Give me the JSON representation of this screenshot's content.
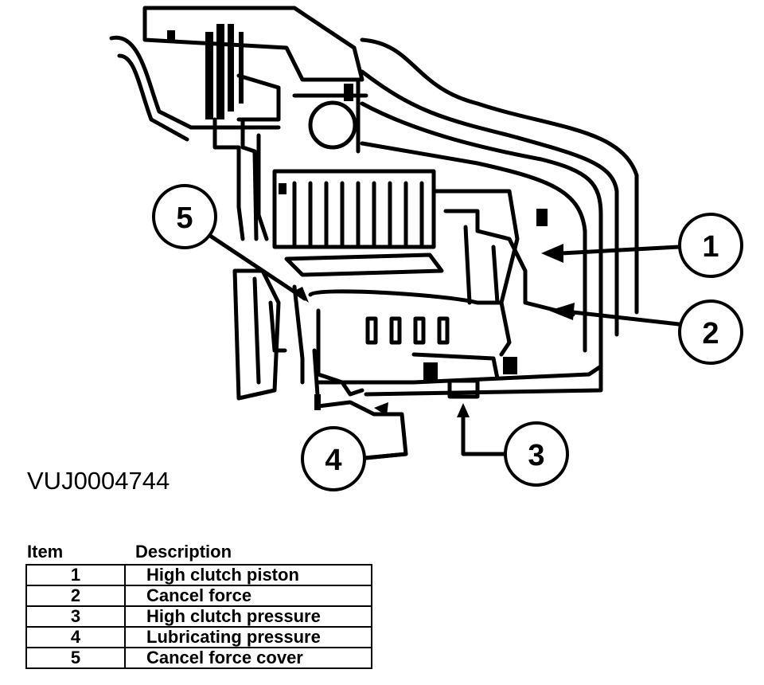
{
  "callouts": [
    {
      "label": "1"
    },
    {
      "label": "2"
    },
    {
      "label": "3"
    },
    {
      "label": "4"
    },
    {
      "label": "5"
    }
  ],
  "figure_id": "VUJ0004744",
  "legend": {
    "header_item": "Item",
    "header_description": "Description",
    "rows": [
      {
        "item": "1",
        "description": "High clutch piston"
      },
      {
        "item": "2",
        "description": "Cancel force"
      },
      {
        "item": "3",
        "description": "High clutch pressure"
      },
      {
        "item": "4",
        "description": "Lubricating pressure"
      },
      {
        "item": "5",
        "description": "Cancel force cover"
      }
    ]
  }
}
